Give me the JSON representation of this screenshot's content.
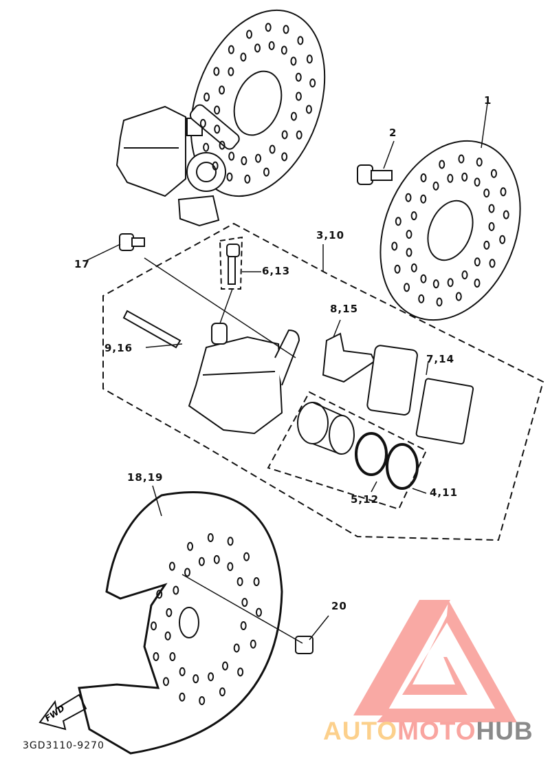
{
  "callouts": {
    "p1": "1",
    "p2": "2",
    "p3_10": "3,10",
    "p6_13": "6,13",
    "p17": "17",
    "p8_15": "8,15",
    "p9_16": "9,16",
    "p7_14": "7,14",
    "p4_11": "4,11",
    "p5_12": "5,12",
    "p18_19": "18,19",
    "p20": "20"
  },
  "fwd_label": "FWD",
  "diagram_code": "3GD3110-9270",
  "watermark": {
    "part1": "AUTO",
    "part2": "MOTO",
    "part3": "HUB",
    "colors": {
      "auto": "#fcd08c",
      "moto": "#f9a5a0",
      "hub": "#8a8a8a"
    }
  }
}
